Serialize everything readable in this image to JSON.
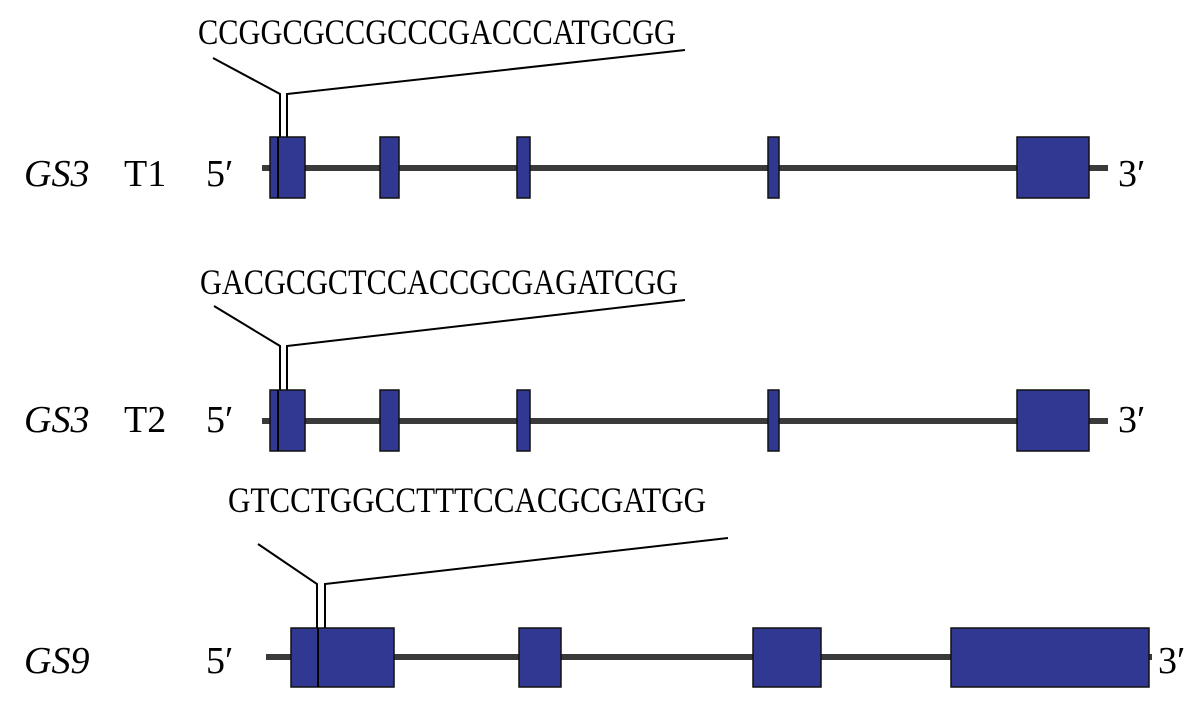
{
  "colors": {
    "exon_fill": "#303891",
    "intron_line": "#3a3a3a",
    "text": "#000000"
  },
  "genes": [
    {
      "gene_name": "GS3",
      "target": "T1",
      "five_prime": "5′",
      "three_prime": "3′",
      "sgRNA_sequence": "CCGGCGCCGCCCGACCCATGCGG",
      "exon_count": 5
    },
    {
      "gene_name": "GS3",
      "target": "T2",
      "five_prime": "5′",
      "three_prime": "3′",
      "sgRNA_sequence": "GACGCGCTCCACCGCGAGATCGG",
      "exon_count": 5
    },
    {
      "gene_name": "GS9",
      "target": "",
      "five_prime": "5′",
      "three_prime": "3′",
      "sgRNA_sequence": "GTCCTGGCCTTTCCACGCGATGG",
      "exon_count": 4
    }
  ]
}
